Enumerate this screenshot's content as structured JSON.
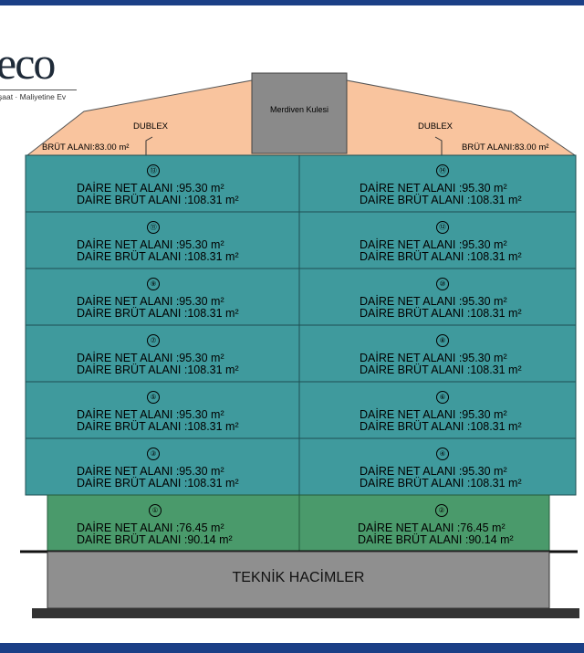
{
  "brand": {
    "logo_text": "eco",
    "tagline": "şaat · Maliyetine Ev"
  },
  "roof": {
    "stair_label": "Merdiven Kulesi",
    "left": {
      "title": "DUBLEX",
      "area": "BRÜT ALANI:83.00 m²"
    },
    "right": {
      "title": "DUBLEX",
      "area": "BRÜT ALANI:83.00 m²"
    }
  },
  "units": [
    {
      "num": "⑬",
      "net": "DAİRE NET ALANI :95.30 m²",
      "gross": "DAİRE BRÜT ALANI :108.31 m²"
    },
    {
      "num": "⑭",
      "net": "DAİRE NET ALANI :95.30 m²",
      "gross": "DAİRE BRÜT ALANI :108.31 m²"
    },
    {
      "num": "⑪",
      "net": "DAİRE NET ALANI :95.30 m²",
      "gross": "DAİRE BRÜT ALANI :108.31 m²"
    },
    {
      "num": "⑫",
      "net": "DAİRE NET ALANI :95.30 m²",
      "gross": "DAİRE BRÜT ALANI :108.31 m²"
    },
    {
      "num": "⑨",
      "net": "DAİRE NET ALANI :95.30 m²",
      "gross": "DAİRE BRÜT ALANI :108.31 m²"
    },
    {
      "num": "⑩",
      "net": "DAİRE NET ALANI :95.30 m²",
      "gross": "DAİRE BRÜT ALANI :108.31 m²"
    },
    {
      "num": "⑦",
      "net": "DAİRE NET ALANI :95.30 m²",
      "gross": "DAİRE BRÜT ALANI :108.31 m²"
    },
    {
      "num": "⑧",
      "net": "DAİRE NET ALANI :95.30 m²",
      "gross": "DAİRE BRÜT ALANI :108.31 m²"
    },
    {
      "num": "⑤",
      "net": "DAİRE NET ALANI :95.30 m²",
      "gross": "DAİRE BRÜT ALANI :108.31 m²"
    },
    {
      "num": "⑥",
      "net": "DAİRE NET ALANI :95.30 m²",
      "gross": "DAİRE BRÜT ALANI :108.31 m²"
    },
    {
      "num": "③",
      "net": "DAİRE NET ALANI :95.30 m²",
      "gross": "DAİRE BRÜT ALANI :108.31 m²"
    },
    {
      "num": "④",
      "net": "DAİRE NET ALANI :95.30 m²",
      "gross": "DAİRE BRÜT ALANI :108.31 m²"
    },
    {
      "num": "①",
      "net": "DAİRE NET ALANI :76.45 m²",
      "gross": "DAİRE BRÜT ALANI :90.14 m²"
    },
    {
      "num": "②",
      "net": "DAİRE NET ALANI :76.45 m²",
      "gross": "DAİRE BRÜT ALANI :90.14 m²"
    }
  ],
  "basement": {
    "label": "TEKNİK HACİMLER"
  },
  "colors": {
    "roof": "#f9c49e",
    "stair_tower": "#8a8a8a",
    "upper_floors": "#3f9a9d",
    "ground_floor": "#4a9a6b",
    "basement": "#8f8f8f",
    "brand_band": "#1b3f86"
  }
}
